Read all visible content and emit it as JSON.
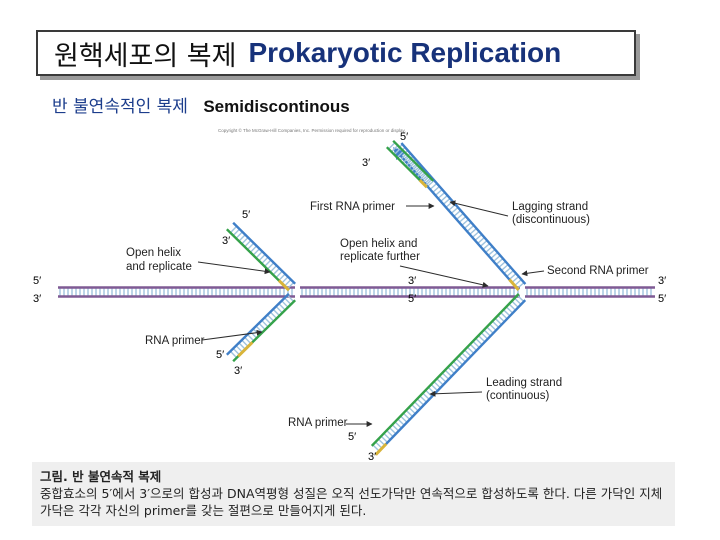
{
  "header": {
    "title_ko": "원핵세포의 복제",
    "title_en": "Prokaryotic Replication"
  },
  "subheader": {
    "ko": "반 불연속적인 복제",
    "en": "Semidiscontinous"
  },
  "diagram": {
    "copyright": "Copyright © The McGraw-Hill Companies, Inc. Permission required for reproduction or display.",
    "labels": {
      "open_helix": [
        "Open helix",
        "and replicate"
      ],
      "first_rna_primer": "First RNA primer",
      "lagging_strand": [
        "Lagging strand",
        "(discontinuous)"
      ],
      "open_helix_further": [
        "Open helix and",
        "replicate further"
      ],
      "second_rna_primer": "Second RNA primer",
      "rna_primer_left": "RNA primer",
      "leading_strand": [
        "Leading strand",
        "(continuous)"
      ],
      "rna_primer_bottom": "RNA primer"
    },
    "ends": {
      "five_prime": "5′",
      "three_prime": "3′"
    },
    "colors": {
      "parental": "#7f5a94",
      "daughter_blue": "#3f7fc8",
      "daughter_green": "#35a24a",
      "primer": "#d9b43a",
      "rung": "#9fc3de",
      "arrow": "#2c2c2c"
    }
  },
  "caption": {
    "title": "그림. 반 불연속적 복제",
    "text": "중합효소의 5′에서 3′으로의 합성과 DNA역평형 성질은 오직 선도가닥만 연속적으로 합성하도록 한다. 다른 가닥인 지체가닥은 각각 자신의 primer를 갖는 절편으로 만들어지게 된다."
  }
}
